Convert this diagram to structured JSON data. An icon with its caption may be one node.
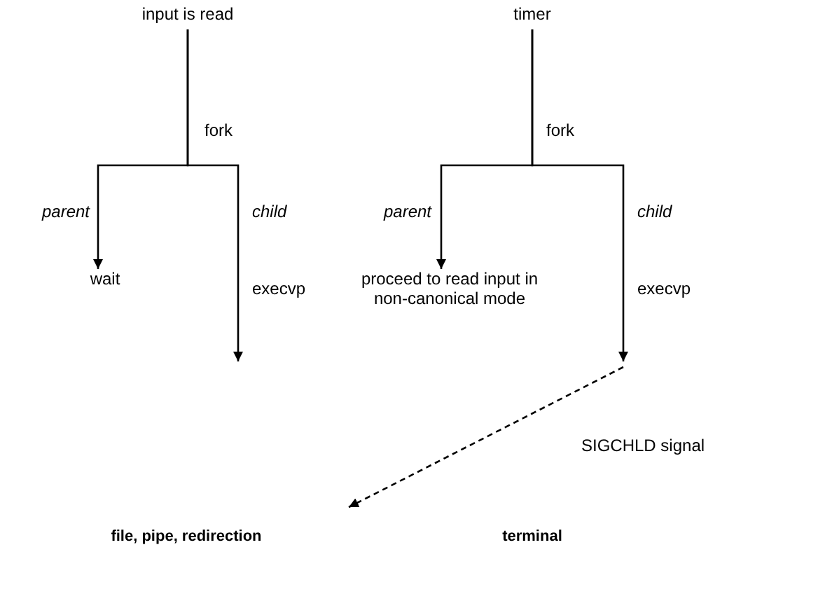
{
  "diagram": {
    "nodes": [
      {
        "text": [
          "input is read"
        ]
      },
      {
        "text": [
          "wait"
        ]
      },
      {
        "text": [
          "timer"
        ]
      },
      {
        "text": [
          "proceed to read input in non-canonical mode"
        ]
      }
    ],
    "edges": [
      {
        "from": 0,
        "to": 1,
        "arrow": "to",
        "label": "parent"
      },
      {
        "from": 0,
        "to": null,
        "arrow": "to",
        "label": "child"
      },
      {
        "from": 2,
        "to": 3,
        "arrow": "to",
        "label": "parent"
      },
      {
        "from": 2,
        "to": null,
        "arrow": "to",
        "label": "child"
      }
    ],
    "labels": [
      "fork",
      "execvp",
      "fork",
      "execvp",
      "SIGCHLD signal",
      "file, pipe, redirection",
      "terminal"
    ]
  }
}
